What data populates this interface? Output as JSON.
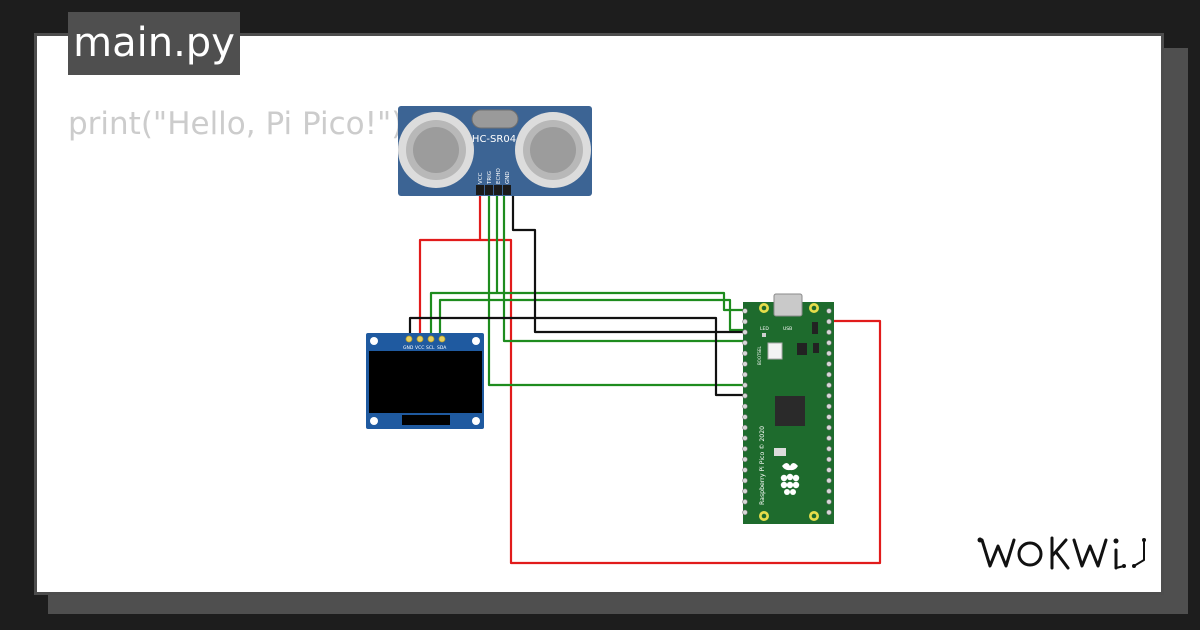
{
  "editor": {
    "filename": "main.py",
    "code_line": "print(\"Hello, Pi Pico!\")"
  },
  "sensor": {
    "label": "HC-SR04",
    "pins": [
      "VCC",
      "TRIG",
      "ECHO",
      "GND"
    ]
  },
  "display": {
    "pins": [
      "GND",
      "VCC",
      "SCL",
      "SDA"
    ]
  },
  "pico": {
    "label": "Raspberry Pi Pico © 2020",
    "usb_label": "USB",
    "led_label": "LED",
    "bootsel_label": "BOOTSEL"
  },
  "brand": {
    "logo_text": "WOKWi"
  },
  "colors": {
    "wire_red": "#e11b1b",
    "wire_green": "#1e8c1e",
    "wire_black": "#111111",
    "pico_green": "#1e6b2d",
    "sensor_blue": "#3c6494",
    "oled_blue": "#1f5aa0"
  }
}
